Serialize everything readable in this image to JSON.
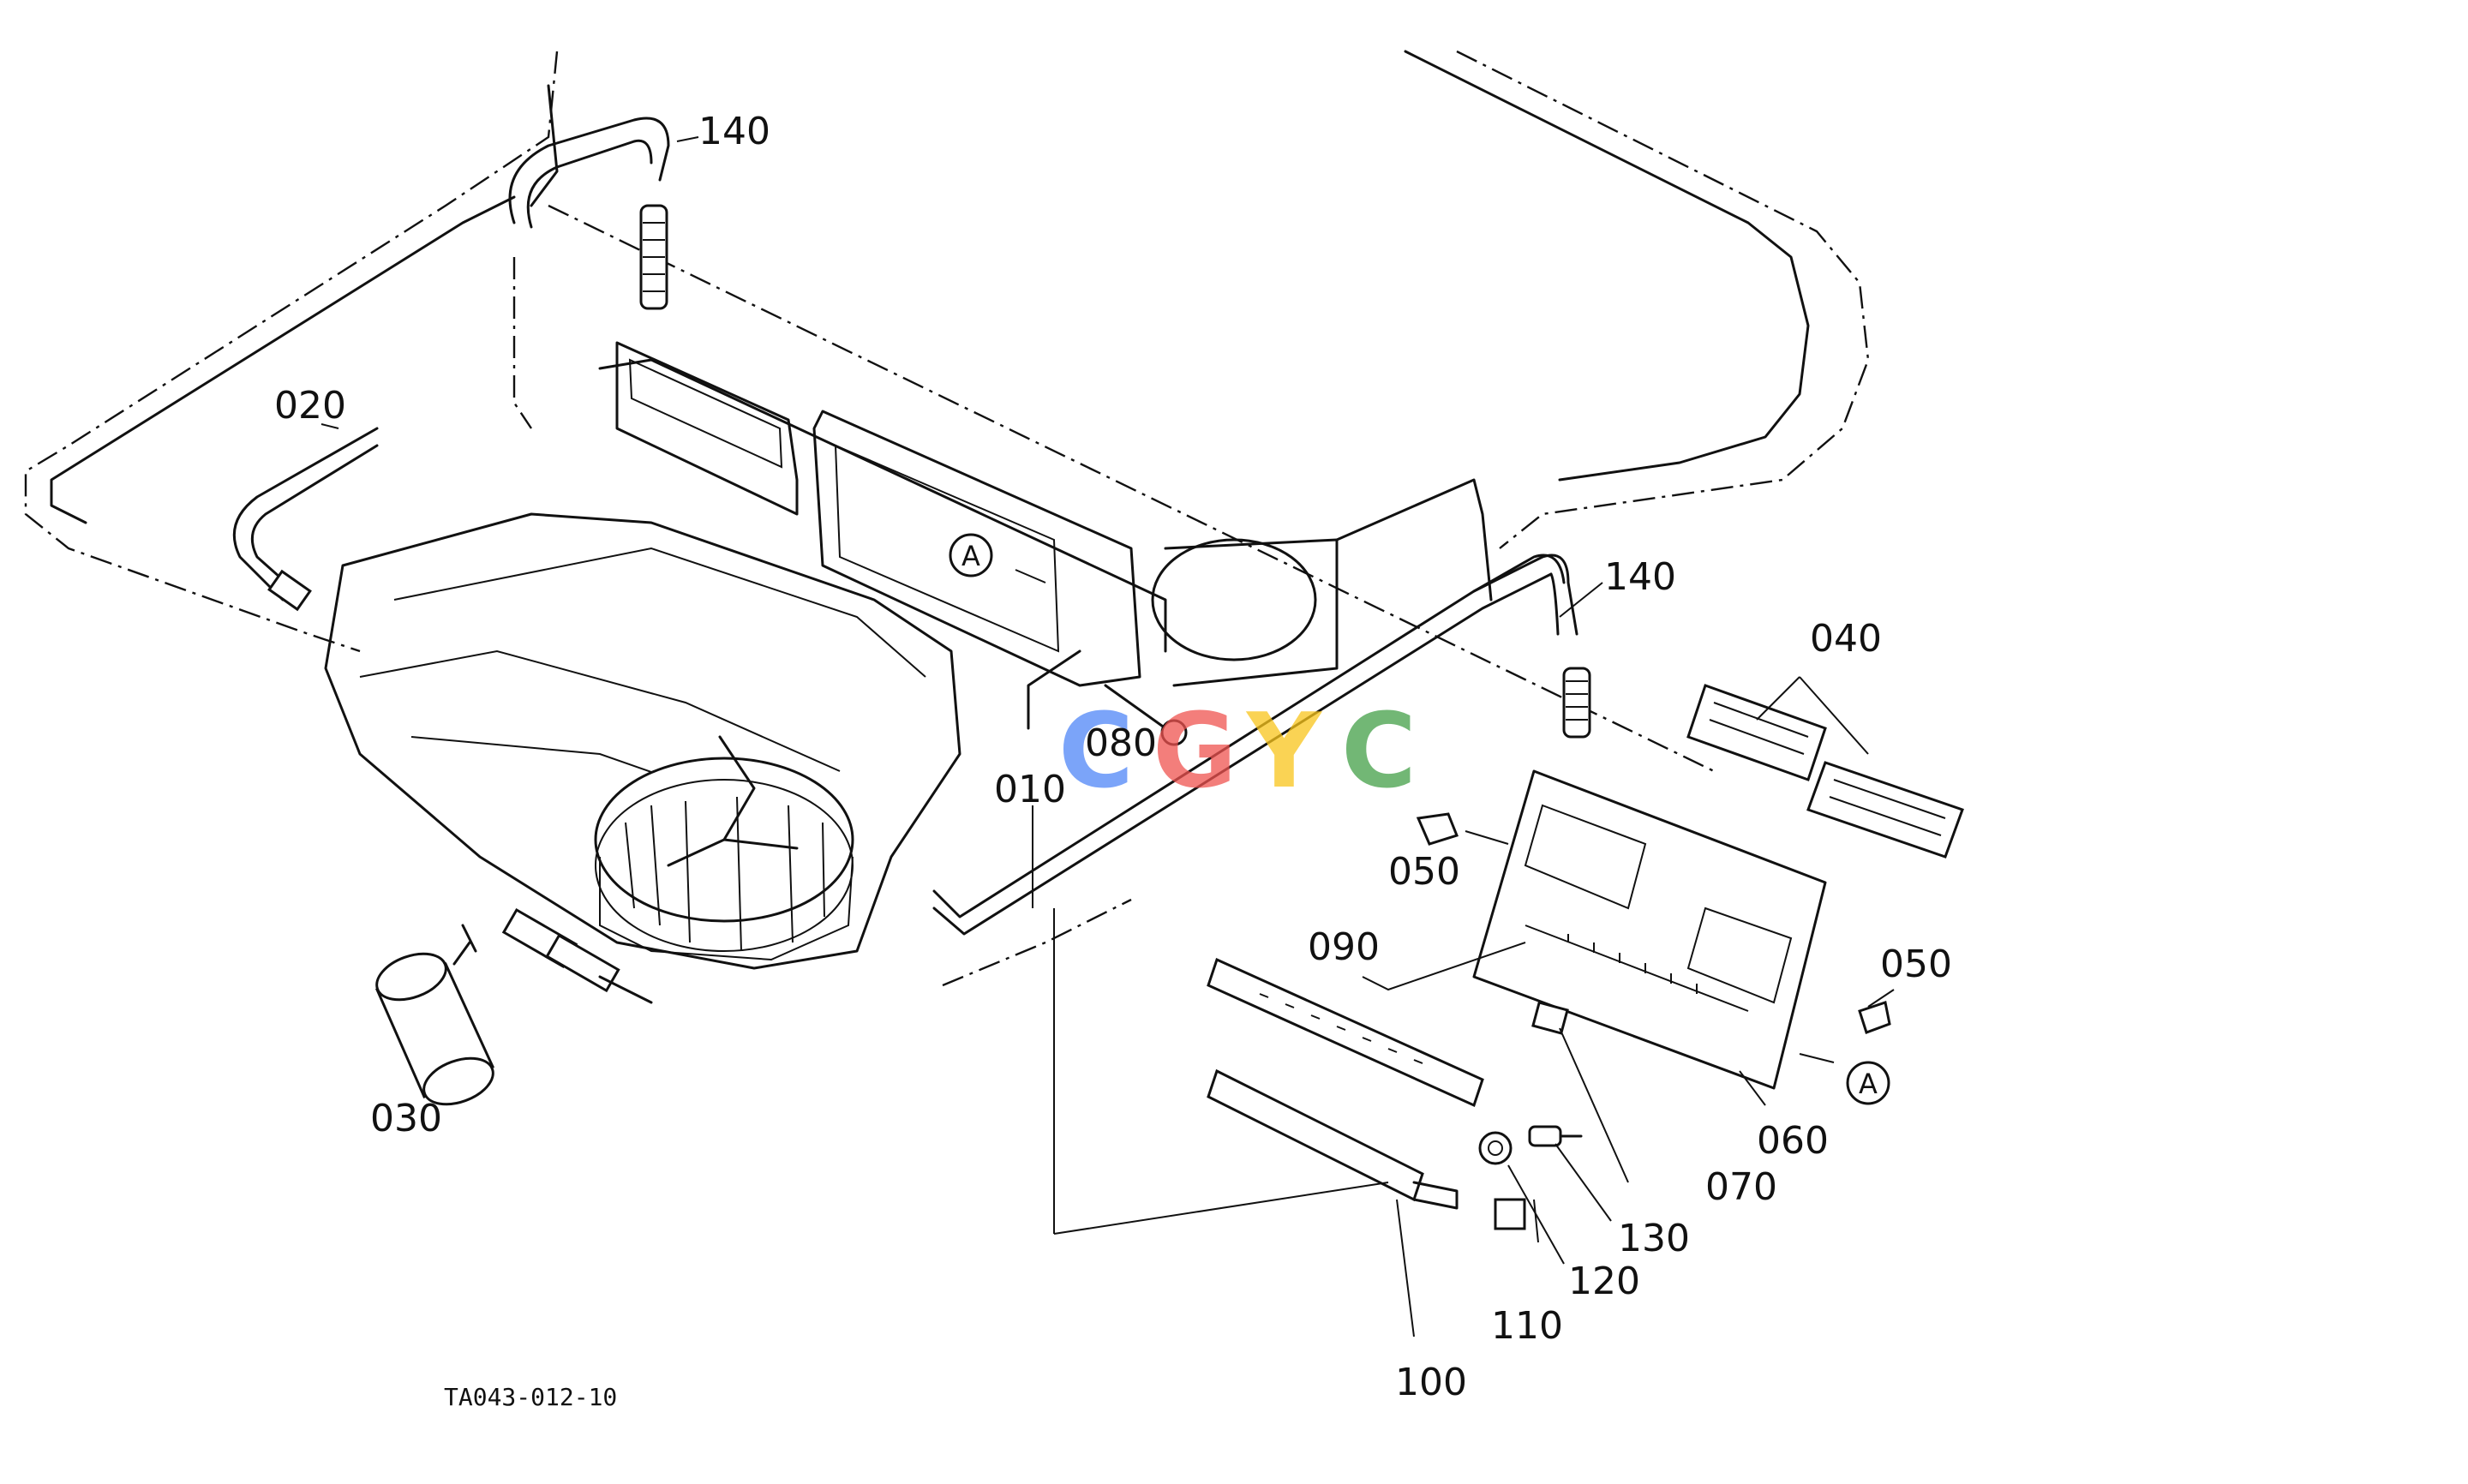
{
  "diagram": {
    "part_labels": {
      "p010": "010",
      "p020": "020",
      "p030": "030",
      "p040": "040",
      "p050a": "050",
      "p050b": "050",
      "p060": "060",
      "p070": "070",
      "p080": "080",
      "p090": "090",
      "p100": "100",
      "p110": "110",
      "p120": "120",
      "p130": "130",
      "p140a": "140",
      "p140b": "140"
    },
    "callout_a_top": "A",
    "callout_a_right": "A",
    "drawing_code": "TA043-012-10",
    "watermark": {
      "letters": [
        "C",
        "G",
        "Y",
        "C"
      ],
      "colors": [
        "#4f86f7",
        "#ef5350",
        "#f9c51b",
        "#43a047"
      ]
    }
  }
}
